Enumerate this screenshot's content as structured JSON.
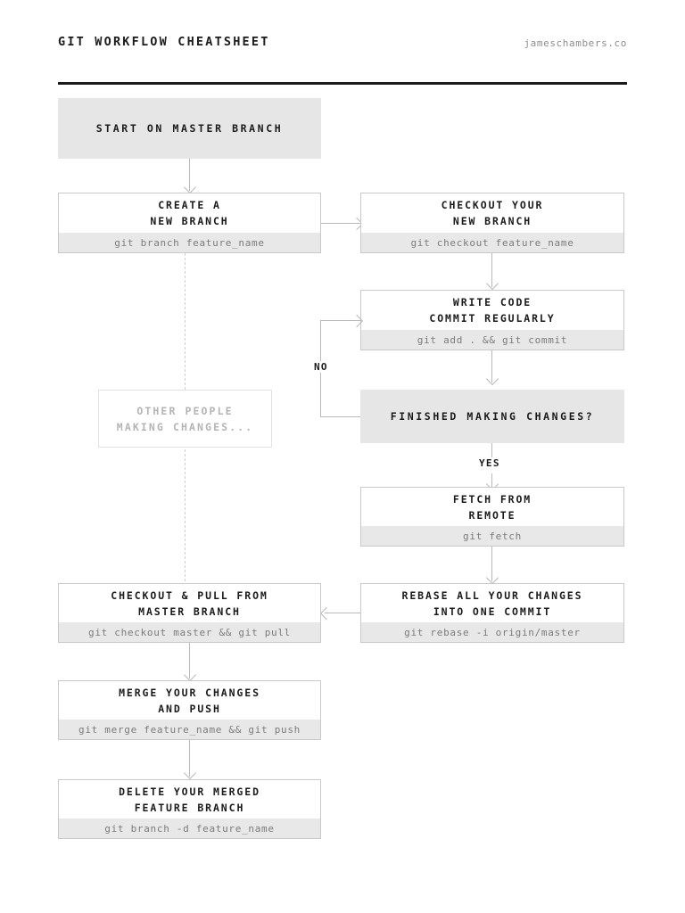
{
  "header": {
    "title": "GIT WORKFLOW CHEATSHEET",
    "site": "jameschambers.co"
  },
  "nodes": {
    "start_master": {
      "title": "START ON MASTER BRANCH"
    },
    "create_branch": {
      "title_line1": "CREATE A",
      "title_line2": "NEW BRANCH",
      "command": "git branch feature_name"
    },
    "checkout_branch": {
      "title_line1": "CHECKOUT YOUR",
      "title_line2": "NEW BRANCH",
      "command": "git checkout feature_name"
    },
    "write_code": {
      "title_line1": "WRITE CODE",
      "title_line2": "COMMIT REGULARLY",
      "command": "git add . && git commit"
    },
    "finished": {
      "title": "FINISHED MAKING CHANGES?"
    },
    "other_people": {
      "title_line1": "OTHER PEOPLE",
      "title_line2": "MAKING CHANGES..."
    },
    "fetch_remote": {
      "title_line1": "FETCH FROM",
      "title_line2": "REMOTE",
      "command": "git fetch"
    },
    "rebase": {
      "title_line1": "REBASE ALL YOUR CHANGES",
      "title_line2": "INTO ONE COMMIT",
      "command": "git rebase -i origin/master"
    },
    "checkout_pull": {
      "title_line1": "CHECKOUT & PULL FROM",
      "title_line2": "MASTER BRANCH",
      "command": "git checkout master && git pull"
    },
    "merge_push": {
      "title_line1": "MERGE YOUR CHANGES",
      "title_line2": "AND PUSH",
      "command": "git merge feature_name && git push"
    },
    "delete_branch": {
      "title_line1": "DELETE YOUR MERGED",
      "title_line2": "FEATURE BRANCH",
      "command": "git branch -d feature_name"
    }
  },
  "edges": {
    "no_label": "NO",
    "yes_label": "YES"
  },
  "colors": {
    "ink": "#1b1b1b",
    "fill_grey": "#e6e6e6",
    "cmd_grey": "#e8e8e8",
    "line_grey": "#b9b9b9",
    "muted_text": "#8d8d8d",
    "ghost_text": "#b4b4b4"
  }
}
